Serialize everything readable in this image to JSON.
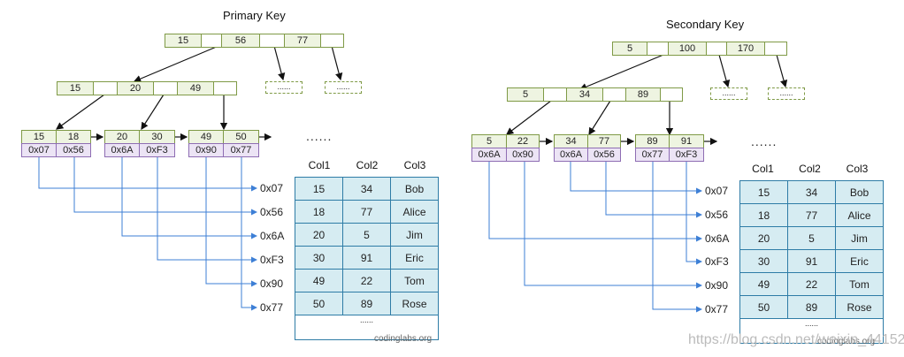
{
  "primary": {
    "title": "Primary Key",
    "root_keys": [
      "15",
      "56",
      "77"
    ],
    "level1_keys": [
      "15",
      "20",
      "49"
    ],
    "leaves": [
      {
        "keys": [
          "15",
          "18"
        ],
        "addrs": [
          "0x07",
          "0x56"
        ]
      },
      {
        "keys": [
          "20",
          "30"
        ],
        "addrs": [
          "0x6A",
          "0xF3"
        ]
      },
      {
        "keys": [
          "49",
          "50"
        ],
        "addrs": [
          "0x90",
          "0x77"
        ]
      }
    ],
    "placeholder": "......",
    "ellipsis": "......",
    "row_addrs": [
      "0x07",
      "0x56",
      "0x6A",
      "0xF3",
      "0x90",
      "0x77"
    ],
    "columns": [
      "Col1",
      "Col2",
      "Col3"
    ],
    "rows": [
      [
        "15",
        "34",
        "Bob"
      ],
      [
        "18",
        "77",
        "Alice"
      ],
      [
        "20",
        "5",
        "Jim"
      ],
      [
        "30",
        "91",
        "Eric"
      ],
      [
        "49",
        "22",
        "Tom"
      ],
      [
        "50",
        "89",
        "Rose"
      ]
    ],
    "table_footer": "......",
    "watermark": "codinglabs.org"
  },
  "secondary": {
    "title": "Secondary Key",
    "root_keys": [
      "5",
      "100",
      "170"
    ],
    "level1_keys": [
      "5",
      "34",
      "89"
    ],
    "leaves": [
      {
        "keys": [
          "5",
          "22"
        ],
        "addrs": [
          "0x6A",
          "0x90"
        ]
      },
      {
        "keys": [
          "34",
          "77"
        ],
        "addrs": [
          "0x6A",
          "0x56"
        ]
      },
      {
        "keys": [
          "89",
          "91"
        ],
        "addrs": [
          "0x77",
          "0xF3"
        ]
      }
    ],
    "placeholder": "......",
    "ellipsis": "......",
    "row_addrs": [
      "0x07",
      "0x56",
      "0x6A",
      "0xF3",
      "0x90",
      "0x77"
    ],
    "columns": [
      "Col1",
      "Col2",
      "Col3"
    ],
    "rows": [
      [
        "15",
        "34",
        "Bob"
      ],
      [
        "18",
        "77",
        "Alice"
      ],
      [
        "20",
        "5",
        "Jim"
      ],
      [
        "30",
        "91",
        "Eric"
      ],
      [
        "49",
        "22",
        "Tom"
      ],
      [
        "50",
        "89",
        "Rose"
      ]
    ],
    "table_footer": "......",
    "watermark": "codinglabs.org"
  },
  "blog_watermark": "https://blog.csdn.net/weixin_44152..."
}
